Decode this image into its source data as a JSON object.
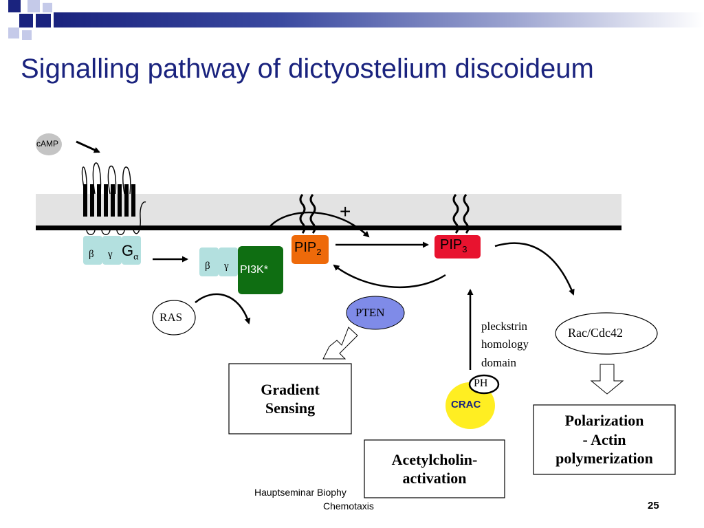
{
  "slide": {
    "title": "Signalling pathway of dictyostelium discoideum",
    "footer_line1": "Hauptseminar Biophy",
    "footer_line2": "Chemotaxis",
    "page_number": "25"
  },
  "diagram": {
    "camp": "cAMP",
    "receptor_subunits": {
      "beta": "β",
      "gamma": "γ",
      "g": "G",
      "alpha": "α"
    },
    "pi3k_subunits": {
      "beta": "β",
      "gamma": "γ"
    },
    "pi3k": "PI3K*",
    "pip2": {
      "base": "PIP",
      "sub": "2"
    },
    "pip3": {
      "base": "PIP",
      "sub": "3"
    },
    "plus": "+",
    "ras": "RAS",
    "pten": "PTEN",
    "pleckstrin": [
      "pleckstrin",
      "homology",
      "domain"
    ],
    "ph": "PH",
    "crac": "CRAC",
    "rac": "Rac/Cdc42",
    "gradient": [
      "Gradient",
      "Sensing"
    ],
    "acetyl": [
      "Acetylcholin-",
      "activation"
    ],
    "polarization": [
      "Polarization",
      "- Actin",
      "polymerization"
    ]
  },
  "colors": {
    "title": "#1a237e",
    "membrane_band": "#e3e3e3",
    "subunit": "#b3e0df",
    "pi3k": "#0f6e12",
    "pip2": "#ee6a0a",
    "pip3": "#e8132f",
    "pten": "#7f8be8",
    "crac": "#ffee22",
    "camp": "#c4c4c4"
  }
}
